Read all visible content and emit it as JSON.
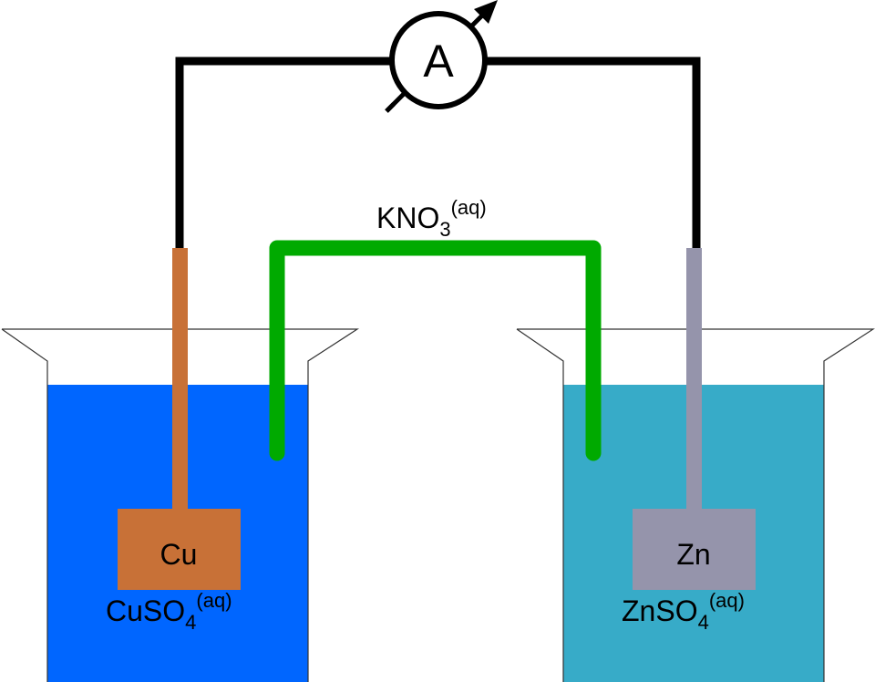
{
  "meter": {
    "symbol": "A"
  },
  "salt_bridge": {
    "base": "KNO",
    "sub": "3",
    "sup": "(aq)"
  },
  "left_cell": {
    "electrode": "Cu",
    "solution": {
      "base": "CuSO",
      "sub": "4",
      "sup": "(aq)"
    }
  },
  "right_cell": {
    "electrode": "Zn",
    "solution": {
      "base": "ZnSO",
      "sub": "4",
      "sup": "(aq)"
    }
  },
  "colors": {
    "wire": "#000000",
    "copper": "#c87137",
    "zinc": "#9594ab",
    "cuso4_solution": "#0066ff",
    "znso4_solution": "#37abc8",
    "salt_bridge": "#00aa00",
    "beaker_outline": "#333333"
  }
}
